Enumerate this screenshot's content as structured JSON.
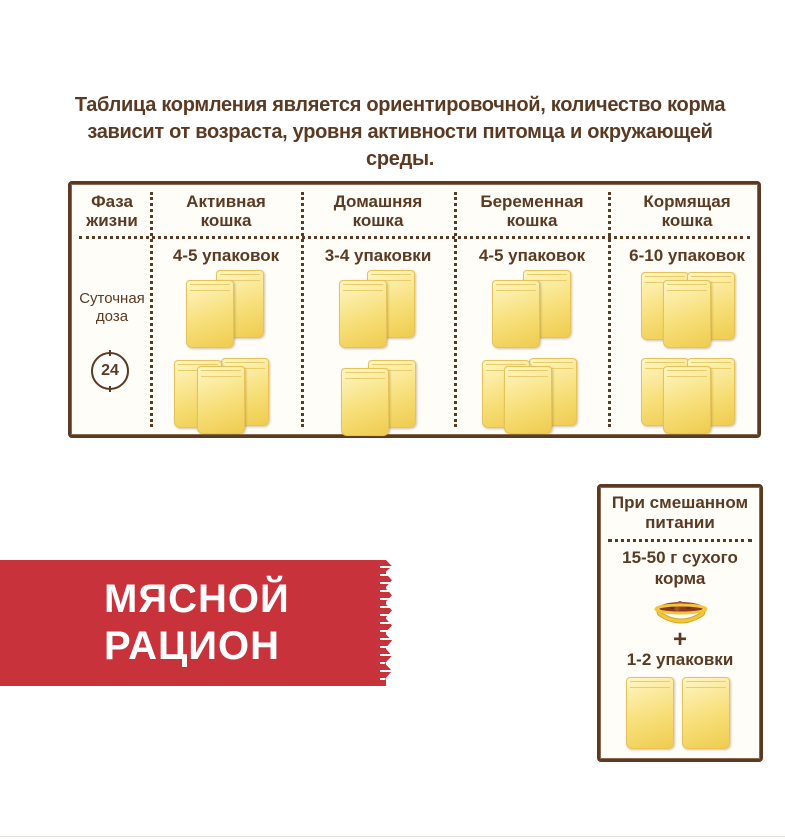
{
  "intro_text": "Таблица кормления является ориентировочной, количество корма зависит от возраста, уровня активности питомца и окружающей среды.",
  "table": {
    "header_phase": "Фаза жизни",
    "row_label": "Суточная доза",
    "clock_label": "24",
    "columns": [
      {
        "title": "Активная кошка",
        "quantity": "4-5 упаковок"
      },
      {
        "title": "Домашняя кошка",
        "quantity": "3-4 упаковки"
      },
      {
        "title": "Беременная кошка",
        "quantity": "4-5 упаковок"
      },
      {
        "title": "Кормящая кошка",
        "quantity": "6-10 упаковок"
      }
    ]
  },
  "mixed_feeding": {
    "title": "При смешанном питании",
    "dry_food": "15-50 г сухого корма",
    "plus": "+",
    "packs": "1-2 упаковки"
  },
  "banner": {
    "line1": "МЯСНОЙ",
    "line2": "РАЦИОН"
  },
  "colors": {
    "brown": "#5a3a22",
    "banner_red": "#c8323a",
    "pouch_yellow": "#f7df7a"
  }
}
